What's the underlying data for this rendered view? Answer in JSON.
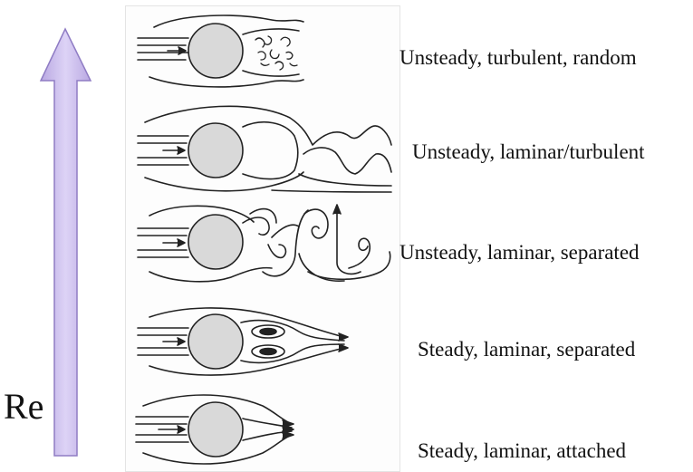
{
  "axis": {
    "label": "Re",
    "arrow_fill": "#c8b8ea",
    "arrow_stroke": "#8f7cc4"
  },
  "regimes": [
    {
      "id": "turbulent-random",
      "label": "Unsteady, turbulent, random"
    },
    {
      "id": "laminar-turbulent",
      "label": "Unsteady, laminar/turbulent"
    },
    {
      "id": "unsteady-separated",
      "label": "Unsteady, laminar, separated"
    },
    {
      "id": "steady-separated",
      "label": "Steady, laminar, separated"
    },
    {
      "id": "steady-attached",
      "label": "Steady, laminar, attached"
    }
  ],
  "style": {
    "cylinder_fill": "#d9d9d9",
    "line_color": "#222222"
  }
}
